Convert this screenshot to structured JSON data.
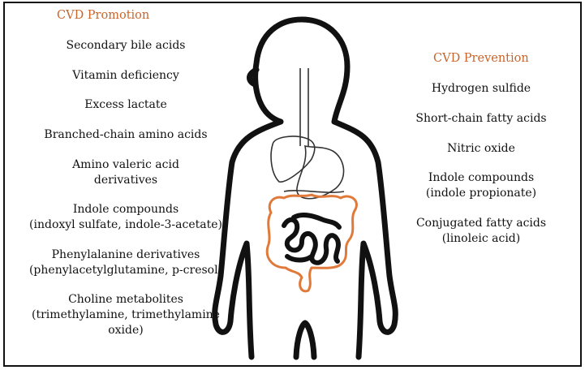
{
  "colors": {
    "promotion_heading": "#c8642a",
    "intestine_outline": "#e07a3a",
    "body_outline": "#111111"
  },
  "promotion": {
    "heading": "CVD Promotion",
    "items": [
      {
        "lines": [
          "Secondary bile acids"
        ]
      },
      {
        "lines": [
          "Vitamin deficiency"
        ]
      },
      {
        "lines": [
          "Excess lactate"
        ]
      },
      {
        "lines": [
          "Branched-chain amino acids"
        ]
      },
      {
        "lines": [
          "Amino valeric acid",
          "derivatives"
        ]
      },
      {
        "lines": [
          "Indole compounds",
          "(indoxyl sulfate, indole-3-acetate)"
        ]
      },
      {
        "lines": [
          "Phenylalanine derivatives",
          "(phenylacetylglutamine, p-cresol)"
        ]
      },
      {
        "lines": [
          "Choline metabolites",
          "(trimethylamine, trimethylamine",
          "oxide)"
        ]
      }
    ]
  },
  "prevention": {
    "heading": "CVD Prevention",
    "items": [
      {
        "lines": [
          "Hydrogen sulfide"
        ]
      },
      {
        "lines": [
          "Short-chain fatty acids"
        ]
      },
      {
        "lines": [
          "Nitric oxide"
        ]
      },
      {
        "lines": [
          "Indole compounds",
          "(indole propionate)"
        ]
      },
      {
        "lines": [
          "Conjugated fatty acids",
          "(linoleic acid)"
        ]
      }
    ]
  }
}
